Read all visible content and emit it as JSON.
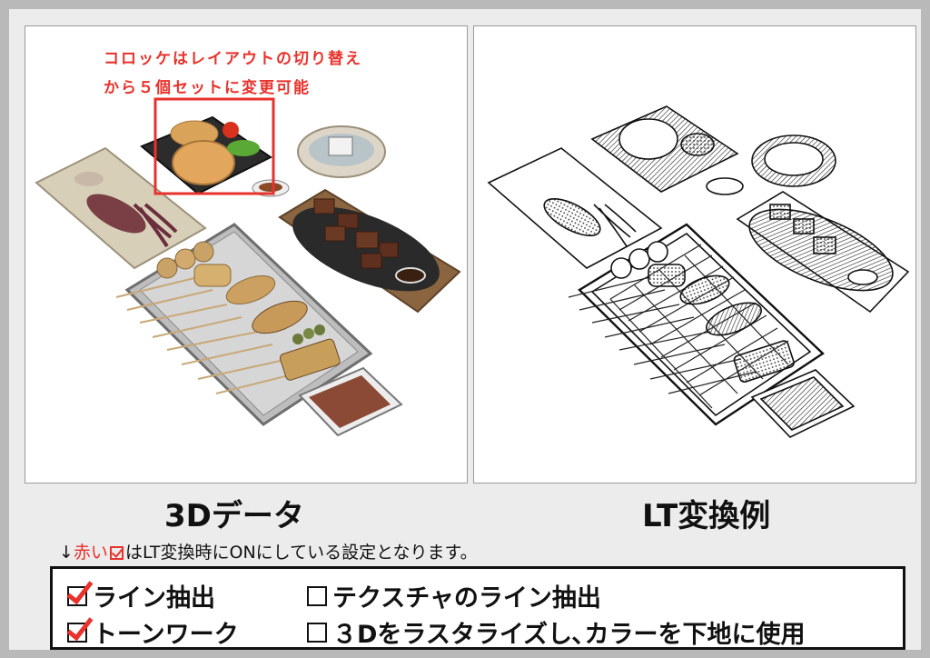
{
  "left_panel": {
    "annotation_line1": "コロッケはレイアウトの切り替え",
    "annotation_line2": "から５個セットに変更可能",
    "caption": "3Dデータ"
  },
  "right_panel": {
    "caption": "LT変換例"
  },
  "settings_note": {
    "arrow": "↓",
    "red_text": "赤い",
    "text": "はLT変換時にONにしている設定となります。"
  },
  "options": [
    {
      "label": "ライン抽出",
      "checked": true
    },
    {
      "label": "トーンワーク",
      "checked": true
    },
    {
      "label": "テクスチャのライン抽出",
      "checked": false
    },
    {
      "label": "３Dをラスタライズし､カラーを下地に使用",
      "checked": false
    }
  ],
  "colors": {
    "accent_red": "#e8322c",
    "sheet_bg": "#ececec",
    "outer_bg": "#b9b9b9"
  }
}
